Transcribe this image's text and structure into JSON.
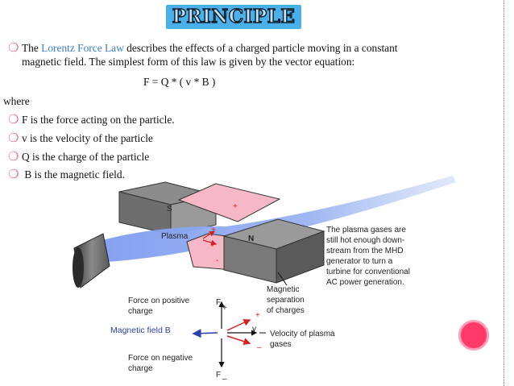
{
  "slide": {
    "title": "PRINCIPLE",
    "intro_pre": "The ",
    "intro_link": "Lorentz Force Law",
    "intro_post": " describes the effects of a charged particle moving in a constant",
    "intro_line2": "magnetic field. The simplest form of this law is given by the vector equation:",
    "equation": "F = Q * ( v * B )",
    "where": "where",
    "bullets": [
      "F is the force acting on the particle.",
      "v is the velocity of the particle",
      "Q is the charge of the particle",
      " B is the magnetic field."
    ],
    "bullet_glyph": "❍",
    "accent_color": "#f06a93",
    "link_color": "#3b7dc8"
  },
  "diagram": {
    "magnet_s": "S",
    "magnet_n": "N",
    "plus": "+",
    "minus": "-",
    "plasma": "Plasma",
    "plasma_note": [
      "The plasma gases are",
      "still hot enough down-",
      "stream from the MHD",
      "generator to turn a",
      "turbine for conventional",
      "AC power generation."
    ],
    "magnetic_note": [
      "Magnetic",
      "separation",
      "of charges"
    ],
    "force_pos": [
      "Force on positive",
      "charge"
    ],
    "magnetic_field": "Magnetic field B",
    "force_neg": [
      "Force on negative",
      "charge"
    ],
    "velocity": [
      "Velocity of plasma",
      "gases"
    ],
    "f_plus": "F",
    "f_plus_sub": "+",
    "f_minus": "F",
    "f_minus_sub": "–",
    "v_label": "v",
    "vec_plus": "+",
    "vec_minus": "–"
  }
}
